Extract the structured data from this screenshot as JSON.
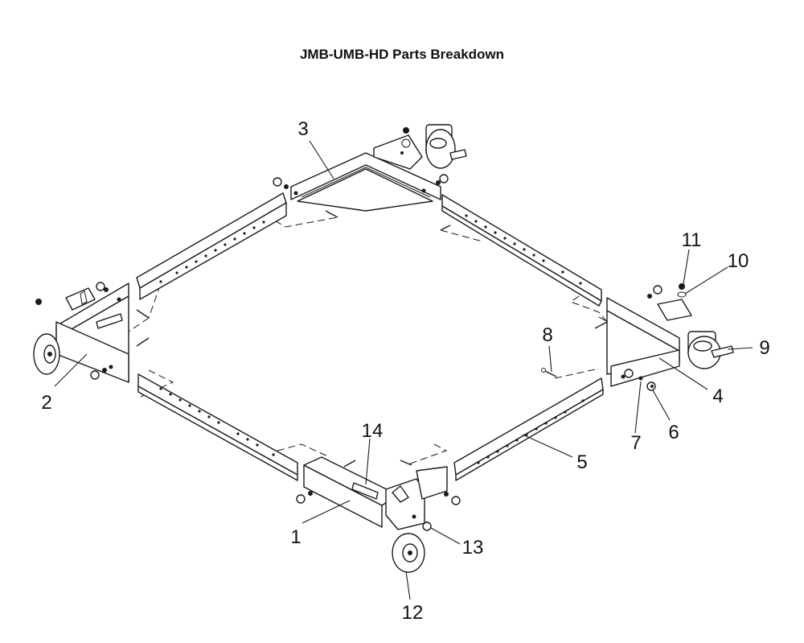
{
  "title": "JMB-UMB-HD Parts Breakdown",
  "callouts": [
    {
      "id": "1",
      "label": "1"
    },
    {
      "id": "2",
      "label": "2"
    },
    {
      "id": "3",
      "label": "3"
    },
    {
      "id": "4",
      "label": "4"
    },
    {
      "id": "5",
      "label": "5"
    },
    {
      "id": "6",
      "label": "6"
    },
    {
      "id": "7",
      "label": "7"
    },
    {
      "id": "8",
      "label": "8"
    },
    {
      "id": "9",
      "label": "9"
    },
    {
      "id": "10",
      "label": "10"
    },
    {
      "id": "11",
      "label": "11"
    },
    {
      "id": "12",
      "label": "12"
    },
    {
      "id": "13",
      "label": "13"
    },
    {
      "id": "14",
      "label": "14"
    }
  ]
}
